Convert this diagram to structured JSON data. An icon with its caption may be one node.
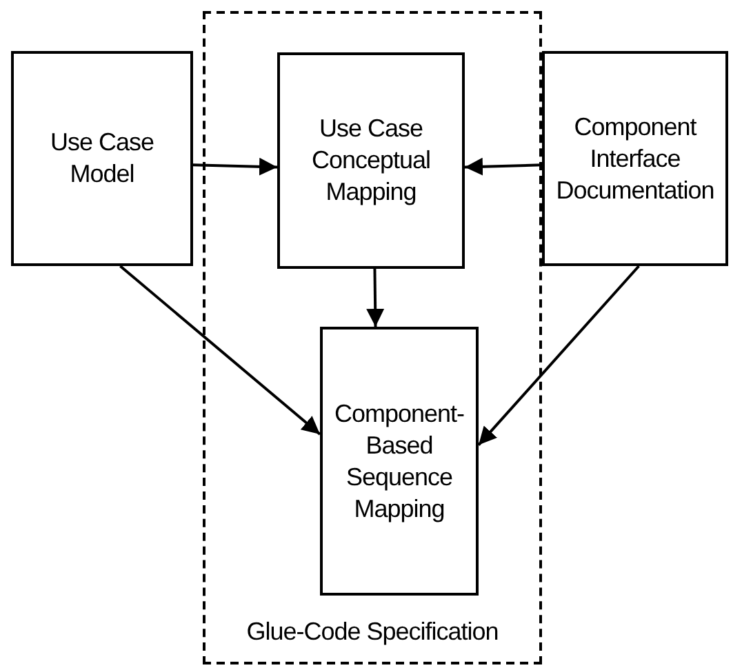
{
  "diagram": {
    "nodes": [
      {
        "text": [
          "Use Case Model"
        ]
      },
      {
        "text": [
          "Glue-Code Specification"
        ]
      },
      {
        "text": [
          "Use Case Conceptual Mapping"
        ],
        "in": 1
      },
      {
        "text": [
          "Component Interface Documentation"
        ]
      },
      {
        "text": [
          "Component-Based Sequence Mapping"
        ],
        "in": 1
      }
    ],
    "edges": [
      {
        "from": 0,
        "to": 2,
        "arrow": "to"
      },
      {
        "from": 3,
        "to": 2,
        "arrow": "to"
      },
      {
        "from": 2,
        "to": 4,
        "arrow": "to"
      },
      {
        "from": 0,
        "to": 4,
        "arrow": "to"
      },
      {
        "from": 3,
        "to": 4,
        "arrow": "to"
      }
    ]
  }
}
